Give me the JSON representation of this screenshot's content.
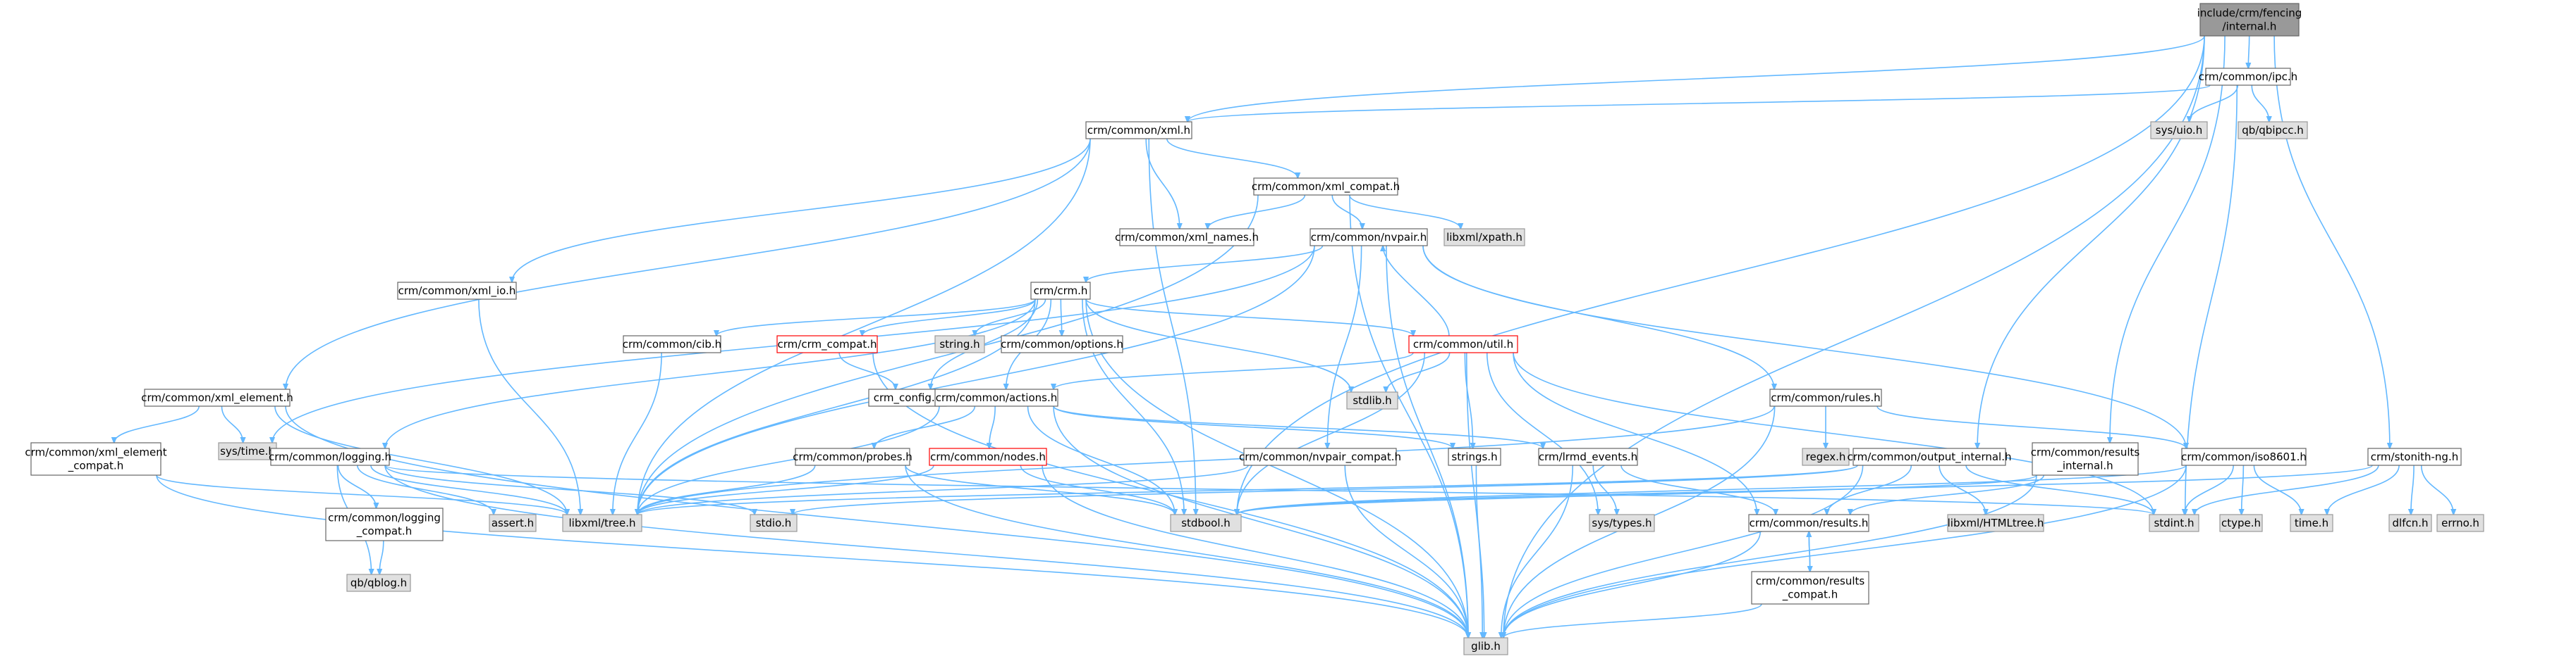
{
  "colors": {
    "edge": "#63b8ff",
    "root_fill": "#999999",
    "external_fill": "#e0e0e0",
    "external_stroke": "#999999",
    "header_fill": "#ffffff",
    "header_stroke": "#666666",
    "incomplete_stroke": "#ff0000"
  },
  "nodes": [
    {
      "id": "root",
      "lines": [
        "include/crm/fencing",
        "/internal.h"
      ],
      "kind": "root"
    },
    {
      "id": "ipc",
      "lines": [
        "crm/common/ipc.h"
      ],
      "kind": "header"
    },
    {
      "id": "xml",
      "lines": [
        "crm/common/xml.h"
      ],
      "kind": "header"
    },
    {
      "id": "xml_compat",
      "lines": [
        "crm/common/xml_compat.h"
      ],
      "kind": "header"
    },
    {
      "id": "xml_names",
      "lines": [
        "crm/common/xml_names.h"
      ],
      "kind": "header"
    },
    {
      "id": "libxml_xpath",
      "lines": [
        "libxml/xpath.h"
      ],
      "kind": "external"
    },
    {
      "id": "nvpair",
      "lines": [
        "crm/common/nvpair.h"
      ],
      "kind": "header"
    },
    {
      "id": "xml_io",
      "lines": [
        "crm/common/xml_io.h"
      ],
      "kind": "header"
    },
    {
      "id": "crm",
      "lines": [
        "crm/crm.h"
      ],
      "kind": "header"
    },
    {
      "id": "cib",
      "lines": [
        "crm/common/cib.h"
      ],
      "kind": "header"
    },
    {
      "id": "crm_compat",
      "lines": [
        "crm/crm_compat.h"
      ],
      "kind": "incomplete"
    },
    {
      "id": "string_h",
      "lines": [
        "string.h"
      ],
      "kind": "external"
    },
    {
      "id": "options",
      "lines": [
        "crm/common/options.h"
      ],
      "kind": "header"
    },
    {
      "id": "util",
      "lines": [
        "crm/common/util.h"
      ],
      "kind": "incomplete"
    },
    {
      "id": "stdlib_h",
      "lines": [
        "stdlib.h"
      ],
      "kind": "external"
    },
    {
      "id": "crm_config",
      "lines": [
        "crm_config.h"
      ],
      "kind": "header"
    },
    {
      "id": "actions",
      "lines": [
        "crm/common/actions.h"
      ],
      "kind": "header"
    },
    {
      "id": "xml_element",
      "lines": [
        "crm/common/xml_element.h"
      ],
      "kind": "header"
    },
    {
      "id": "sys_time",
      "lines": [
        "sys/time.h"
      ],
      "kind": "external"
    },
    {
      "id": "xml_element_compat",
      "lines": [
        "crm/common/xml_element",
        "_compat.h"
      ],
      "kind": "header"
    },
    {
      "id": "logging",
      "lines": [
        "crm/common/logging.h"
      ],
      "kind": "header"
    },
    {
      "id": "logging_compat",
      "lines": [
        "crm/common/logging",
        "_compat.h"
      ],
      "kind": "header"
    },
    {
      "id": "qblog",
      "lines": [
        "qb/qblog.h"
      ],
      "kind": "external"
    },
    {
      "id": "assert_h",
      "lines": [
        "assert.h"
      ],
      "kind": "external"
    },
    {
      "id": "libxml_tree",
      "lines": [
        "libxml/tree.h"
      ],
      "kind": "external"
    },
    {
      "id": "stdio_h",
      "lines": [
        "stdio.h"
      ],
      "kind": "external"
    },
    {
      "id": "probes",
      "lines": [
        "crm/common/probes.h"
      ],
      "kind": "header"
    },
    {
      "id": "nodes",
      "lines": [
        "crm/common/nodes.h"
      ],
      "kind": "incomplete"
    },
    {
      "id": "stdbool",
      "lines": [
        "stdbool.h"
      ],
      "kind": "external"
    },
    {
      "id": "nvpair_compat",
      "lines": [
        "crm/common/nvpair_compat.h"
      ],
      "kind": "header"
    },
    {
      "id": "strings_h",
      "lines": [
        "strings.h"
      ],
      "kind": "header"
    },
    {
      "id": "lrmd_events",
      "lines": [
        "crm/lrmd_events.h"
      ],
      "kind": "header"
    },
    {
      "id": "sys_types",
      "lines": [
        "sys/types.h"
      ],
      "kind": "external"
    },
    {
      "id": "rules",
      "lines": [
        "crm/common/rules.h"
      ],
      "kind": "header"
    },
    {
      "id": "regex_h",
      "lines": [
        "regex.h"
      ],
      "kind": "external"
    },
    {
      "id": "output_internal",
      "lines": [
        "crm/common/output_internal.h"
      ],
      "kind": "header"
    },
    {
      "id": "libxml_html",
      "lines": [
        "libxml/HTMLtree.h"
      ],
      "kind": "external"
    },
    {
      "id": "results",
      "lines": [
        "crm/common/results.h"
      ],
      "kind": "header"
    },
    {
      "id": "results_compat",
      "lines": [
        "crm/common/results",
        "_compat.h"
      ],
      "kind": "header"
    },
    {
      "id": "results_internal",
      "lines": [
        "crm/common/results",
        "_internal.h"
      ],
      "kind": "header"
    },
    {
      "id": "iso8601",
      "lines": [
        "crm/common/iso8601.h"
      ],
      "kind": "header"
    },
    {
      "id": "stdint",
      "lines": [
        "stdint.h"
      ],
      "kind": "external"
    },
    {
      "id": "ctype_h",
      "lines": [
        "ctype.h"
      ],
      "kind": "external"
    },
    {
      "id": "time_h",
      "lines": [
        "time.h"
      ],
      "kind": "external"
    },
    {
      "id": "stonith_ng",
      "lines": [
        "crm/stonith-ng.h"
      ],
      "kind": "header"
    },
    {
      "id": "dlfcn_h",
      "lines": [
        "dlfcn.h"
      ],
      "kind": "external"
    },
    {
      "id": "errno_h",
      "lines": [
        "errno.h"
      ],
      "kind": "external"
    },
    {
      "id": "sys_uio",
      "lines": [
        "sys/uio.h"
      ],
      "kind": "external"
    },
    {
      "id": "qbipcc",
      "lines": [
        "qb/qbipcc.h"
      ],
      "kind": "external"
    },
    {
      "id": "glib",
      "lines": [
        "glib.h"
      ],
      "kind": "external"
    }
  ],
  "edges": [
    [
      "root",
      "ipc"
    ],
    [
      "root",
      "xml"
    ],
    [
      "root",
      "output_internal"
    ],
    [
      "root",
      "results_internal"
    ],
    [
      "root",
      "stonith_ng"
    ],
    [
      "root",
      "glib"
    ],
    [
      "root",
      "stdbool"
    ],
    [
      "ipc",
      "xml"
    ],
    [
      "ipc",
      "sys_uio"
    ],
    [
      "ipc",
      "qbipcc"
    ],
    [
      "ipc",
      "stdint"
    ],
    [
      "xml",
      "xml_compat"
    ],
    [
      "xml",
      "xml_names"
    ],
    [
      "xml",
      "xml_io"
    ],
    [
      "xml",
      "xml_element"
    ],
    [
      "xml",
      "libxml_tree"
    ],
    [
      "xml",
      "stdbool"
    ],
    [
      "xml_compat",
      "xml_names"
    ],
    [
      "xml_compat",
      "libxml_xpath"
    ],
    [
      "xml_compat",
      "nvpair"
    ],
    [
      "xml_compat",
      "libxml_tree"
    ],
    [
      "xml_compat",
      "glib"
    ],
    [
      "nvpair",
      "crm"
    ],
    [
      "nvpair",
      "nvpair_compat"
    ],
    [
      "nvpair",
      "rules"
    ],
    [
      "nvpair",
      "iso8601"
    ],
    [
      "nvpair",
      "sys_time"
    ],
    [
      "nvpair",
      "libxml_tree"
    ],
    [
      "nvpair",
      "glib"
    ],
    [
      "xml_io",
      "libxml_tree"
    ],
    [
      "crm",
      "cib"
    ],
    [
      "crm",
      "crm_compat"
    ],
    [
      "crm",
      "string_h"
    ],
    [
      "crm",
      "options"
    ],
    [
      "crm",
      "util"
    ],
    [
      "crm",
      "stdlib_h"
    ],
    [
      "crm",
      "crm_config"
    ],
    [
      "crm",
      "actions"
    ],
    [
      "crm",
      "logging"
    ],
    [
      "crm",
      "libxml_tree"
    ],
    [
      "crm",
      "stdbool"
    ],
    [
      "crm",
      "glib"
    ],
    [
      "cib",
      "libxml_tree"
    ],
    [
      "crm_compat",
      "crm_config"
    ],
    [
      "crm_compat",
      "glib"
    ],
    [
      "util",
      "nvpair"
    ],
    [
      "util",
      "actions"
    ],
    [
      "util",
      "stdlib_h"
    ],
    [
      "util",
      "strings_h"
    ],
    [
      "util",
      "sys_types"
    ],
    [
      "util",
      "results"
    ],
    [
      "util",
      "stdint"
    ],
    [
      "util",
      "stdbool"
    ],
    [
      "util",
      "glib"
    ],
    [
      "actions",
      "probes"
    ],
    [
      "actions",
      "nodes"
    ],
    [
      "actions",
      "strings_h"
    ],
    [
      "actions",
      "lrmd_events"
    ],
    [
      "actions",
      "libxml_tree"
    ],
    [
      "actions",
      "stdbool"
    ],
    [
      "actions",
      "glib"
    ],
    [
      "xml_element",
      "xml_element_compat"
    ],
    [
      "xml_element",
      "sys_time"
    ],
    [
      "xml_element",
      "libxml_tree"
    ],
    [
      "xml_element",
      "glib"
    ],
    [
      "xml_element_compat",
      "libxml_tree"
    ],
    [
      "xml_element_compat",
      "glib"
    ],
    [
      "logging",
      "logging_compat"
    ],
    [
      "logging",
      "qblog"
    ],
    [
      "logging",
      "assert_h"
    ],
    [
      "logging",
      "libxml_tree"
    ],
    [
      "logging",
      "stdio_h"
    ],
    [
      "logging",
      "stdint"
    ],
    [
      "logging",
      "glib"
    ],
    [
      "logging_compat",
      "qblog"
    ],
    [
      "probes",
      "libxml_tree"
    ],
    [
      "probes",
      "stdbool"
    ],
    [
      "probes",
      "glib"
    ],
    [
      "nodes",
      "libxml_tree"
    ],
    [
      "nodes",
      "stdbool"
    ],
    [
      "nodes",
      "glib"
    ],
    [
      "nvpair_compat",
      "libxml_tree"
    ],
    [
      "nvpair_compat",
      "glib"
    ],
    [
      "strings_h",
      "glib"
    ],
    [
      "lrmd_events",
      "sys_types"
    ],
    [
      "lrmd_events",
      "results"
    ],
    [
      "lrmd_events",
      "glib"
    ],
    [
      "rules",
      "regex_h"
    ],
    [
      "rules",
      "iso8601"
    ],
    [
      "rules",
      "glib"
    ],
    [
      "rules",
      "libxml_tree"
    ],
    [
      "output_internal",
      "libxml_html"
    ],
    [
      "output_internal",
      "results"
    ],
    [
      "output_internal",
      "stdint"
    ],
    [
      "output_internal",
      "libxml_tree"
    ],
    [
      "output_internal",
      "stdio_h"
    ],
    [
      "output_internal",
      "glib"
    ],
    [
      "results",
      "results_compat"
    ],
    [
      "results",
      "glib"
    ],
    [
      "results_compat",
      "results"
    ],
    [
      "results_compat",
      "glib"
    ],
    [
      "results_internal",
      "results"
    ],
    [
      "results_internal",
      "glib"
    ],
    [
      "results_internal",
      "stdbool"
    ],
    [
      "iso8601",
      "time_h"
    ],
    [
      "iso8601",
      "ctype_h"
    ],
    [
      "iso8601",
      "stdint"
    ],
    [
      "iso8601",
      "stdbool"
    ],
    [
      "iso8601",
      "glib"
    ],
    [
      "stonith_ng",
      "dlfcn_h"
    ],
    [
      "stonith_ng",
      "errno_h"
    ],
    [
      "stonith_ng",
      "stdint"
    ],
    [
      "stonith_ng",
      "time_h"
    ],
    [
      "stonith_ng",
      "stdbool"
    ]
  ]
}
